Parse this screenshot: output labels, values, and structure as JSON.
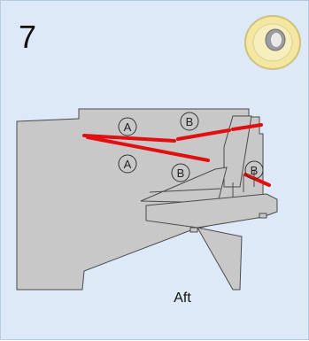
{
  "step_number": "7",
  "labels": {
    "a": "A",
    "b": "B"
  },
  "caption": "Aft",
  "colors": {
    "background": "#dde9f7",
    "body": "#c8c8c8",
    "outline": "#4b4b4b",
    "tape": "#e10f0f",
    "tape_roll": "#f3e7a2"
  },
  "icons": [
    "tape-roll-icon"
  ]
}
